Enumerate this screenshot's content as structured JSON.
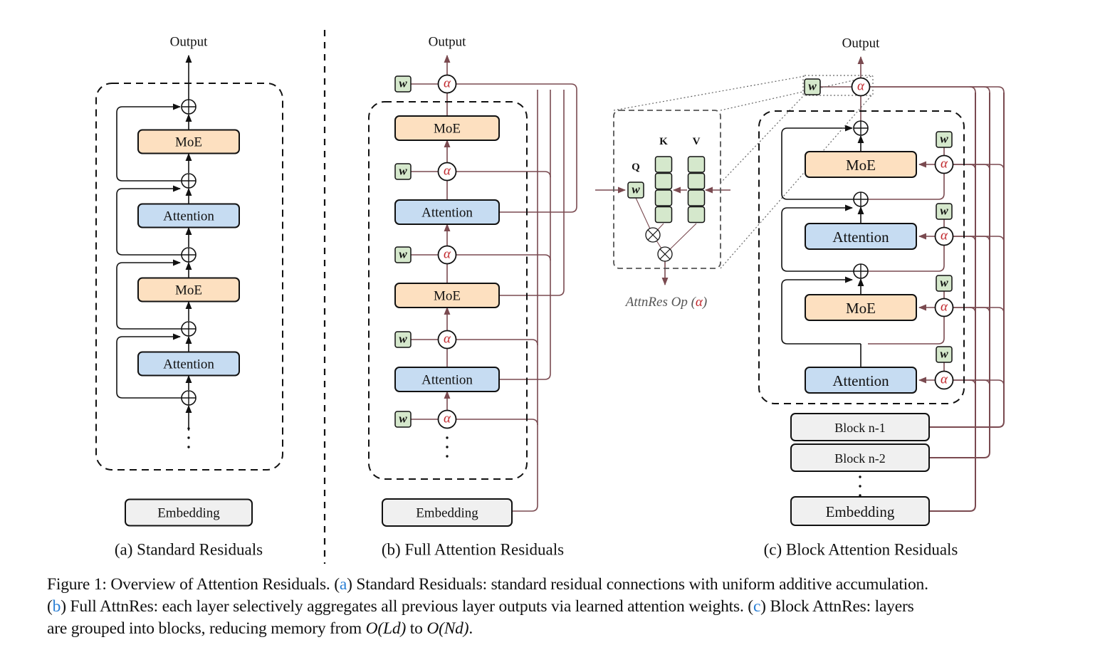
{
  "colors": {
    "moe_fill": "#fde0c0",
    "attention_fill": "#c6dcf2",
    "embedding_fill": "#f0f0f0",
    "weight_fill": "#d5e8cc",
    "residual_line": "#7a4a50",
    "alpha_text": "#c0282d",
    "caption_ref": "#2a7fd4",
    "stroke": "#111111"
  },
  "panels": {
    "a": {
      "output_label": "Output",
      "blocks": [
        "MoE",
        "Attention",
        "MoE",
        "Attention"
      ],
      "embedding_label": "Embedding",
      "caption": "(a) Standard Residuals"
    },
    "b": {
      "output_label": "Output",
      "blocks": [
        "MoE",
        "Attention",
        "MoE",
        "Attention"
      ],
      "weight_symbol": "w",
      "alpha_symbol": "α",
      "embedding_label": "Embedding",
      "caption": "(b) Full Attention Residuals"
    },
    "op": {
      "q_label": "Q",
      "k_label": "K",
      "v_label": "V",
      "weight_symbol": "w",
      "title_prefix": "AttnRes Op (",
      "title_alpha": "α",
      "title_suffix": ")"
    },
    "c": {
      "output_label": "Output",
      "blocks": [
        "MoE",
        "Attention",
        "MoE",
        "Attention"
      ],
      "weight_symbol": "w",
      "alpha_symbol": "α",
      "history_blocks": [
        "Block n-1",
        "Block n-2"
      ],
      "embedding_label": "Embedding",
      "caption": "(c) Block Attention Residuals"
    }
  },
  "caption": {
    "line1_prefix": "Figure 1: Overview of Attention Residuals. (",
    "ref_a": "a",
    "line1_mid": ") Standard Residuals: standard residual connections with uniform additive accumulation.",
    "line2_open": "(",
    "ref_b": "b",
    "line2_mid": ") Full AttnRes: each layer selectively aggregates all previous layer outputs via learned attention weights. (",
    "ref_c": "c",
    "line2_end": ") Block AttnRes: layers",
    "line3_prefix": "are grouped into blocks, reducing memory from ",
    "math1": "O(Ld)",
    "line3_mid": " to ",
    "math2": "O(Nd)",
    "line3_end": "."
  }
}
